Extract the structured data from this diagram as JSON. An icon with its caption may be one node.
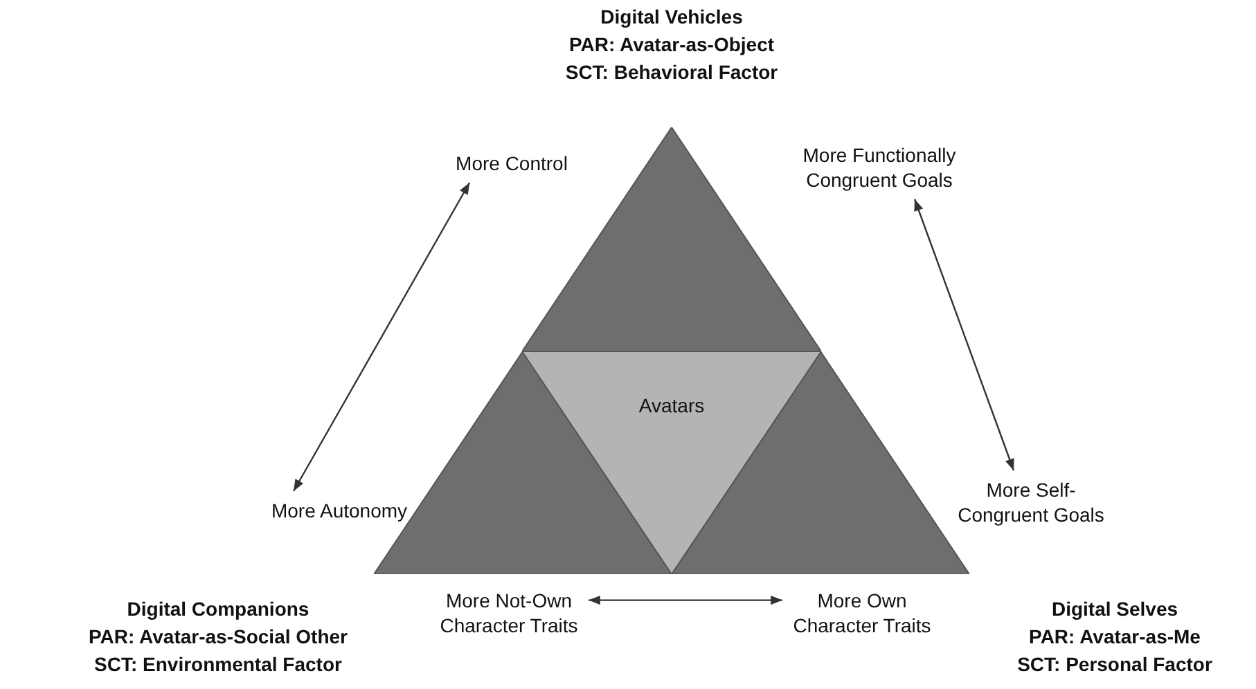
{
  "diagram": {
    "nodes": [
      {
        "text": [
          "Digital Vehicles",
          "PAR: Avatar-as-Object",
          "SCT: Behavioral Factor"
        ]
      },
      {
        "text": [
          "Digital Companions",
          "PAR: Avatar-as-Social Other",
          "SCT: Environmental Factor"
        ]
      },
      {
        "text": [
          "Digital Selves",
          "PAR: Avatar-as-Me",
          "SCT: Personal Factor"
        ]
      },
      {
        "text": [
          "Avatars"
        ]
      },
      {
        "text": [
          "More Control"
        ]
      },
      {
        "text": [
          "More Functionally Congruent Goals"
        ]
      },
      {
        "text": [
          "More Autonomy"
        ]
      },
      {
        "text": [
          "More Self-Congruent Goals"
        ]
      },
      {
        "text": [
          "More Not-Own Character Traits"
        ]
      },
      {
        "text": [
          "More Own Character Traits"
        ]
      }
    ],
    "edges": [
      {
        "from": 4,
        "to": 6,
        "arrow": "both"
      },
      {
        "from": 5,
        "to": 7,
        "arrow": "both"
      },
      {
        "from": 8,
        "to": 9,
        "arrow": "both"
      }
    ]
  }
}
